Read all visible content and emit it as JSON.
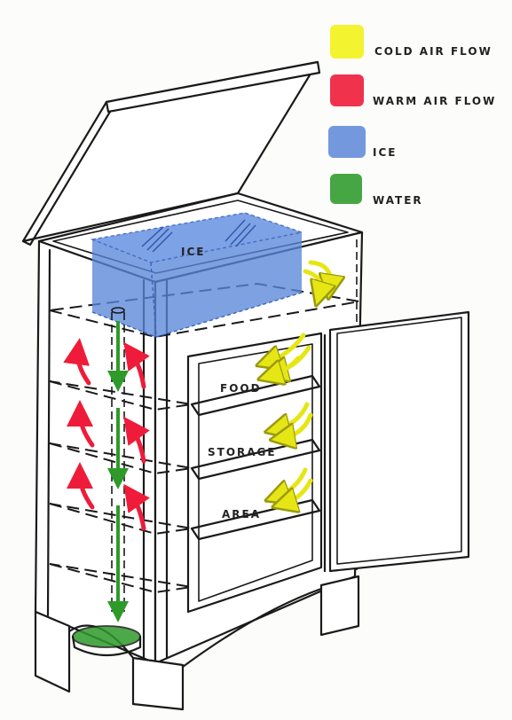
{
  "legend": {
    "items": [
      {
        "label": "COLD AIR FLOW",
        "color": "#f2f21e"
      },
      {
        "label": "WARM AIR FLOW",
        "color": "#ee1c3a"
      },
      {
        "label": "ICE",
        "color": "#5a86d8"
      },
      {
        "label": "WATER",
        "color": "#2e9a2a"
      }
    ]
  },
  "labels": {
    "ice": "ICE",
    "food": "FOOD",
    "storage": "STORAGE",
    "area": "AREA"
  }
}
